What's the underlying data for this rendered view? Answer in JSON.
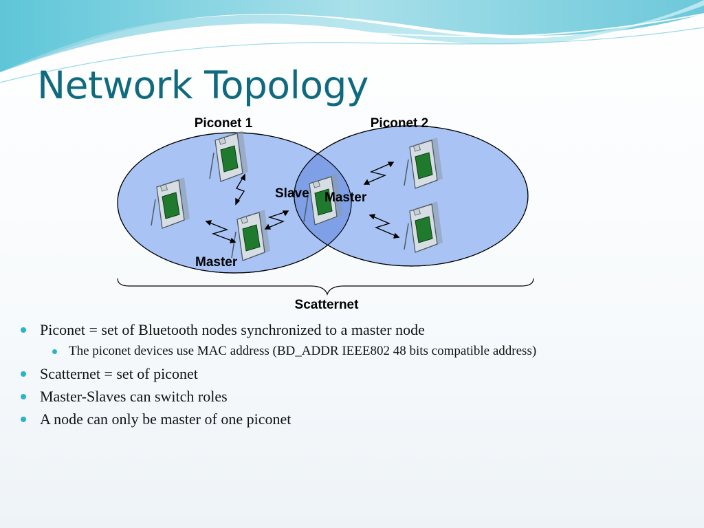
{
  "slide": {
    "title": "Network Topology"
  },
  "diagram": {
    "labels": {
      "piconet1": "Piconet 1",
      "piconet2": "Piconet 2",
      "slave": "Slave",
      "master_shared": "Master",
      "master_left": "Master",
      "scatternet": "Scatternet"
    },
    "icons": [
      "bluetooth-device-icon",
      "lightning-link-icon"
    ],
    "colors": {
      "circle_fill": "#a9c4f4",
      "overlap_fill": "#7fa0e6",
      "device_screen": "#1f7a2e",
      "title": "#0f6a80",
      "bullet": "#27b4c7"
    }
  },
  "bullets": {
    "item1": "Piconet = set of Bluetooth nodes synchronized to a master node",
    "item1_sub": "The piconet devices use MAC address (BD_ADDR IEEE802 48 bits compatible address)",
    "item2": "Scatternet = set of piconet",
    "item3": "Master-Slaves can switch roles",
    "item4": "A node can only be master of one piconet"
  }
}
